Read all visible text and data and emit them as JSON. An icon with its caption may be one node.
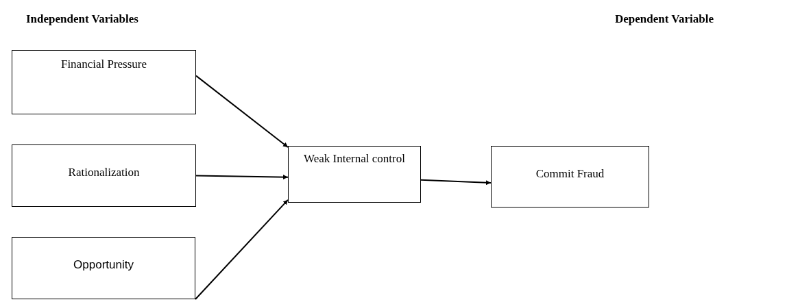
{
  "diagram": {
    "nodes": [
      {
        "text": [
          "Financial Pressure"
        ]
      },
      {
        "text": [
          "Rationalization"
        ]
      },
      {
        "text": [
          "Opportunity"
        ]
      },
      {
        "text": [
          "Weak Internal control"
        ]
      },
      {
        "text": [
          "Commit Fraud"
        ]
      }
    ],
    "edges": [
      {
        "from": 0,
        "to": 3,
        "arrow": "to"
      },
      {
        "from": 1,
        "to": 3,
        "arrow": "to"
      },
      {
        "from": 2,
        "to": 3,
        "arrow": "to"
      },
      {
        "from": 3,
        "to": 4,
        "arrow": "to"
      }
    ],
    "labels": [
      "Independent Variables",
      "Dependent Variable"
    ]
  }
}
